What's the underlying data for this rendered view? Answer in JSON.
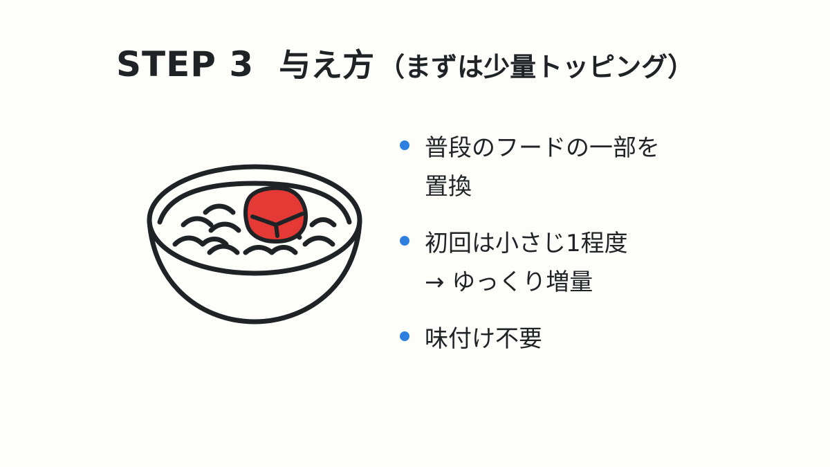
{
  "slide": {
    "title": {
      "step": "STEP 3",
      "main": "与え方",
      "sub": "（まずは少量トッピング）"
    },
    "illustration": {
      "icon": "bowl-with-red-topping-icon",
      "outline_color": "#1f2326",
      "topping_color": "#e53935"
    },
    "bullets": [
      {
        "line1": "普段のフードの一部を",
        "line2": "置換"
      },
      {
        "line1": "初回は小さじ1程度",
        "line2": "→ ゆっくり増量"
      },
      {
        "line1": "味付け不要"
      }
    ],
    "colors": {
      "bullet": "#2f7fe0",
      "background": "#fdfdfa",
      "text": "#1f2326"
    }
  }
}
